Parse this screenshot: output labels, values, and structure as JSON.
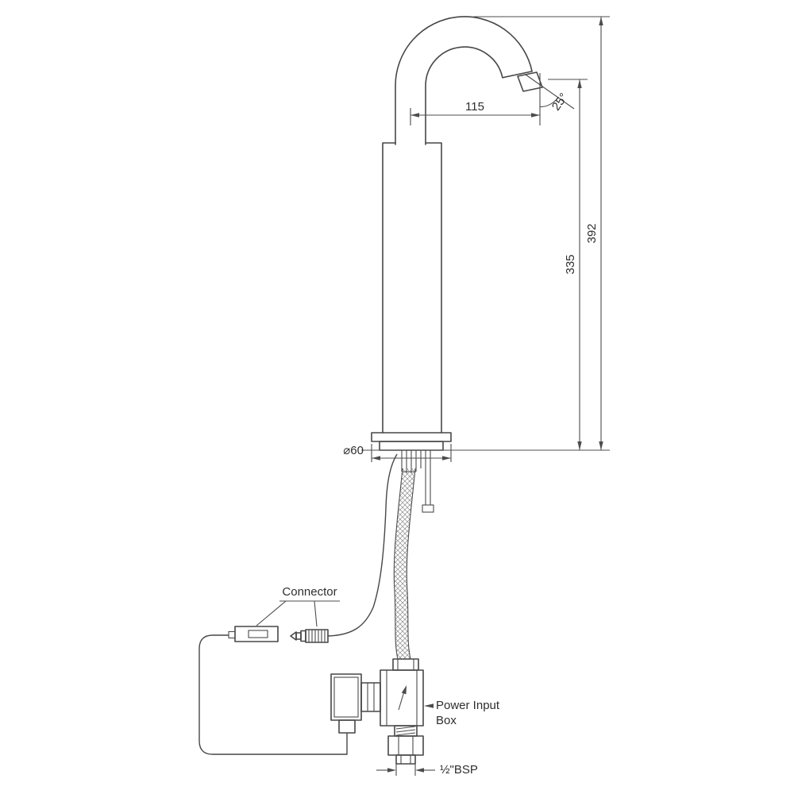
{
  "drawing": {
    "colors": {
      "line": "#474747",
      "background": "#ffffff"
    },
    "dims": {
      "spout_reach": "115",
      "spout_angle": "25°",
      "overall_height": "392",
      "height_to_spout": "335",
      "body_diameter": "⌀60",
      "inlet_thread": "½\"BSP"
    },
    "labels": {
      "connector": "Connector",
      "power_input_line1": "Power Input",
      "power_input_line2": "Box"
    }
  }
}
